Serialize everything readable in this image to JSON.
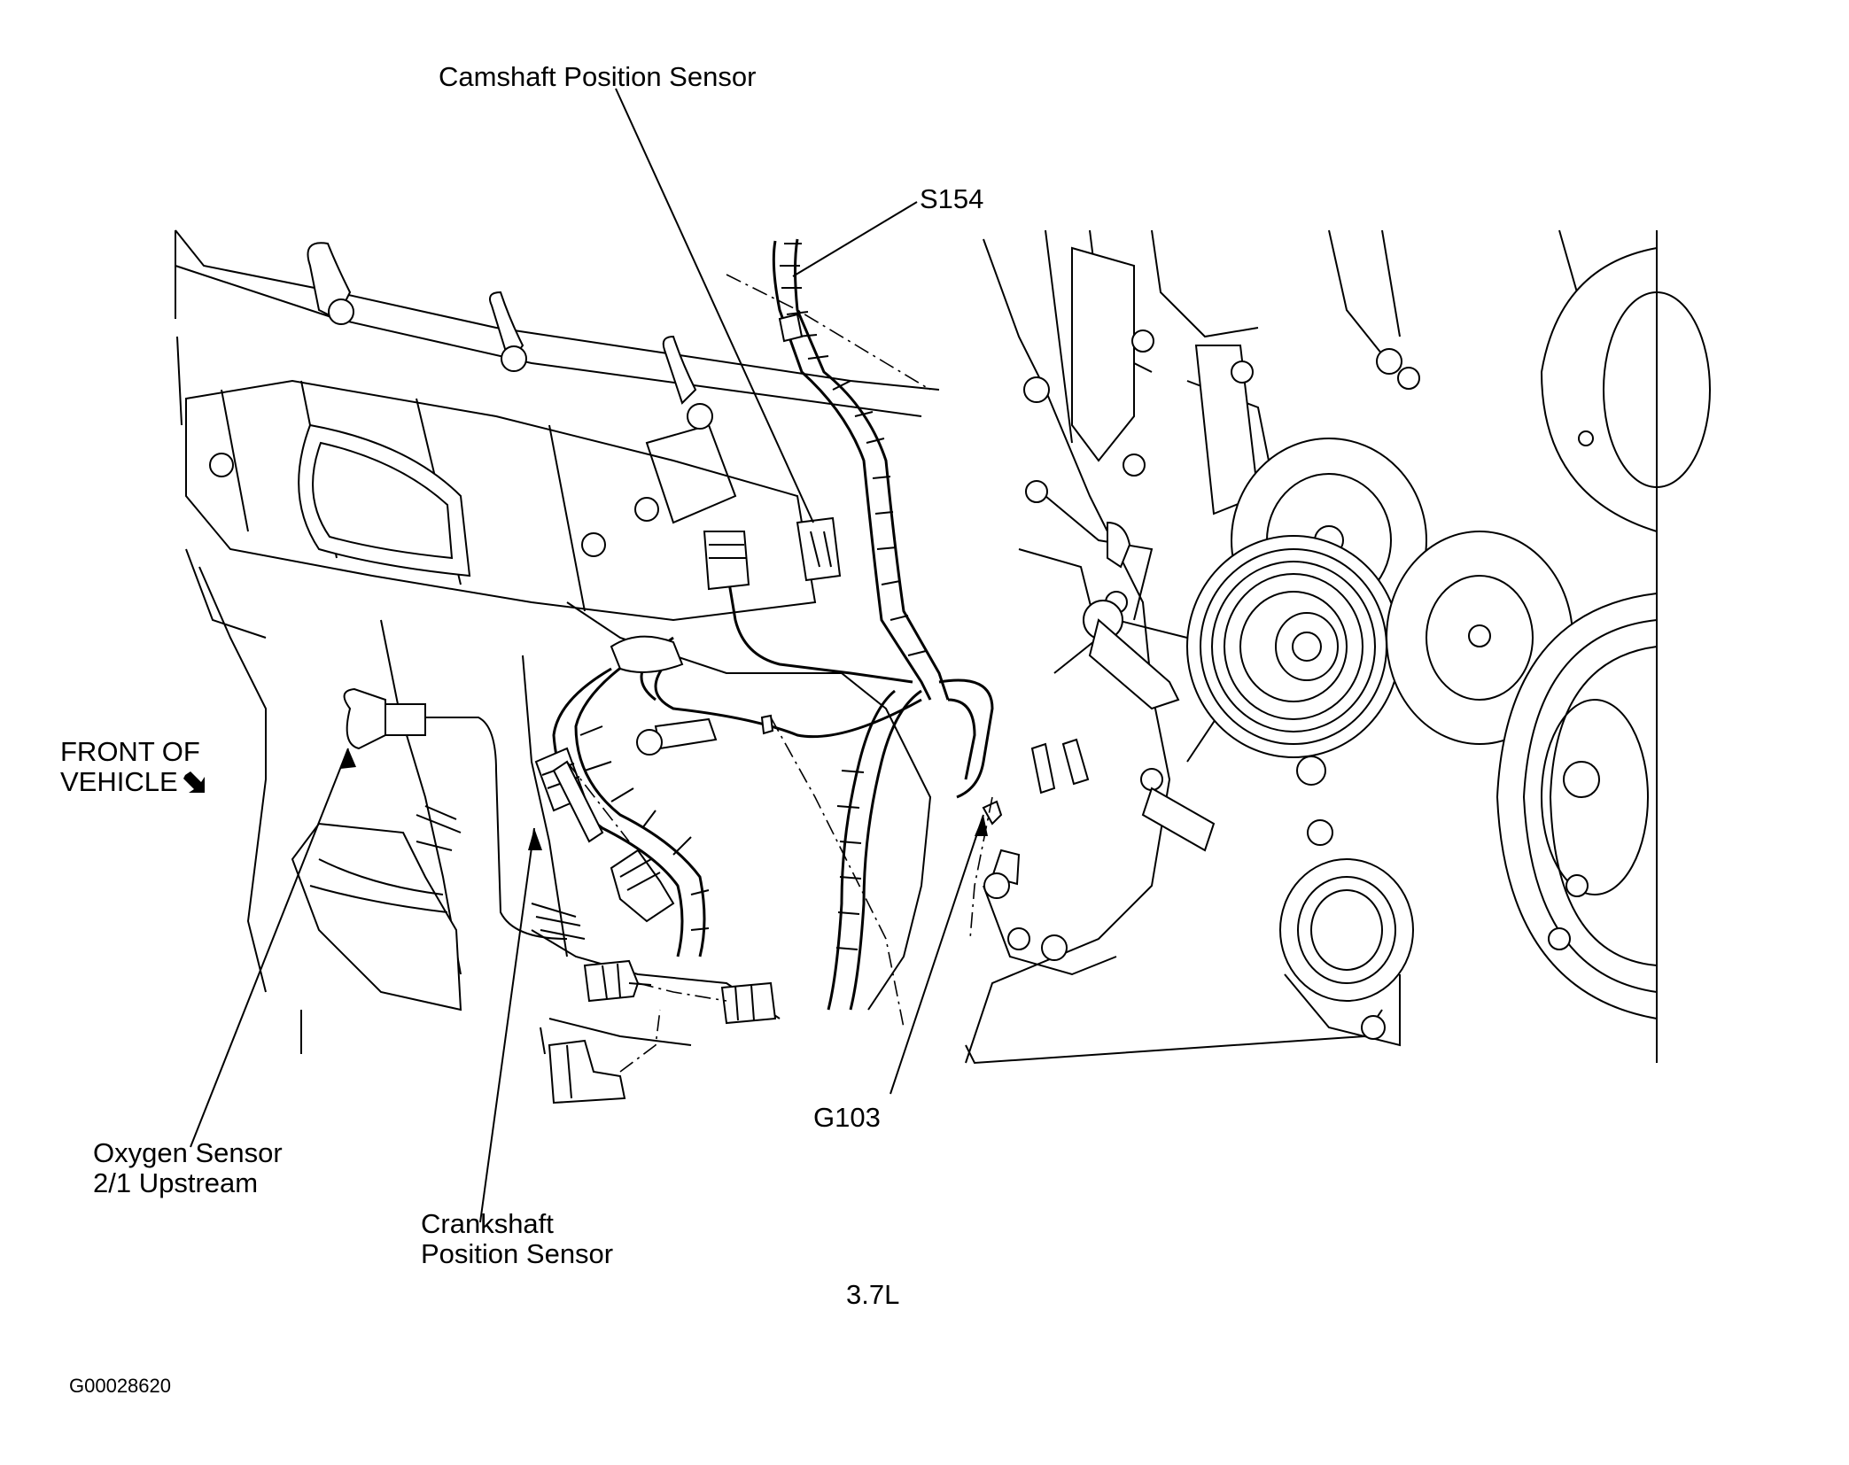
{
  "labels": {
    "camshaft": "Camshaft Position Sensor",
    "s154": "S154",
    "front_line1": "FRONT OF",
    "front_line2": "VEHICLE",
    "oxygen_line1": "Oxygen Sensor",
    "oxygen_line2": "2/1 Upstream",
    "crank_line1": "Crankshaft",
    "crank_line2": "Position Sensor",
    "g103": "G103",
    "engine": "3.7L",
    "figure_id": "G00028620"
  },
  "icons": {
    "front_arrow": "arrow-down-right-icon"
  }
}
